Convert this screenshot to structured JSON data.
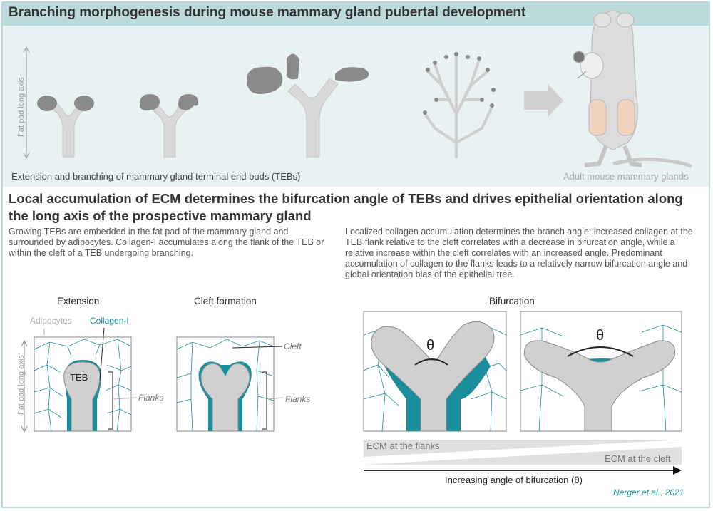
{
  "title": "Branching morphogenesis during mouse mammary gland pubertal development",
  "top_panel": {
    "axis_label": "Fat pad long axis",
    "caption": "Extension and branching of mammary gland terminal end buds (TEBs)",
    "adult_caption": "Adult mouse mammary glands"
  },
  "heading": "Local accumulation of ECM determines the bifurcation angle of TEBs and drives epithelial orientation along the long axis of the prospective mammary gland",
  "paragraph_left": "Growing TEBs are embedded in the fat pad of the mammary gland and surrounded by adipocytes. Collagen-I accumulates along the flank of the TEB or within the cleft of a TEB undergoing branching.",
  "paragraph_right": "Localized collagen accumulation determines the branch angle: increased collagen at the TEB flank relative to the cleft correlates with a decrease in bifurcation angle, while a relative increase within the cleft correlates with an increased angle. Predominant accumulation of collagen to the flanks leads to a relatively narrow bifurcation angle and global orientation bias of the epithelial tree.",
  "panels": {
    "extension": {
      "title": "Extension",
      "adipocytes": "Adipocytes",
      "collagen": "Collagen-I",
      "teb": "TEB",
      "flanks": "Flanks",
      "axis_label": "Fat pad long axis"
    },
    "cleft": {
      "title": "Cleft formation",
      "cleft": "Cleft",
      "flanks": "Flanks"
    },
    "bifurcation": {
      "title": "Bifurcation",
      "theta": "θ",
      "ecm_flanks": "ECM at the flanks",
      "ecm_cleft": "ECM at the cleft",
      "increasing": "Increasing angle of bifurcation (θ)"
    }
  },
  "credit": "Nerger et al., 2021",
  "colors": {
    "teal": "#1b8e9e",
    "band": "#e8f2f2",
    "title_band": "#bcdadc",
    "tissue": "#d3d3d3",
    "bud": "#8a8a8a"
  }
}
